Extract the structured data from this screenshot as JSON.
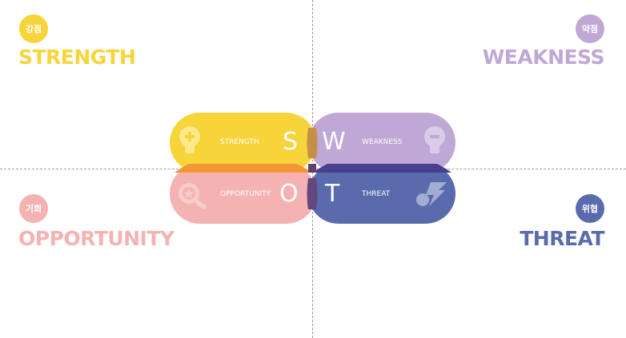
{
  "quadrants": {
    "strength": {
      "badge": "강점",
      "title": "STRENGTH",
      "color": "#f8d43b"
    },
    "weakness": {
      "badge": "약점",
      "title": "WEAKNESS",
      "color": "#c0a8d6"
    },
    "opportunity": {
      "badge": "기회",
      "title": "OPPORTUNITY",
      "color": "#f4b3b2"
    },
    "threat": {
      "badge": "위협",
      "title": "THREAT",
      "color": "#5a6bad"
    }
  },
  "pills": {
    "strength": {
      "label": "STRENGTH",
      "letter": "S",
      "icon": "lightbulb-plus-icon"
    },
    "weakness": {
      "label": "WEAKNESS",
      "letter": "W",
      "icon": "lightbulb-minus-icon"
    },
    "opportunity": {
      "label": "OPPORTUNITY",
      "letter": "O",
      "icon": "magnifier-star-icon"
    },
    "threat": {
      "label": "THREAT",
      "letter": "T",
      "icon": "lightning-icon"
    }
  }
}
